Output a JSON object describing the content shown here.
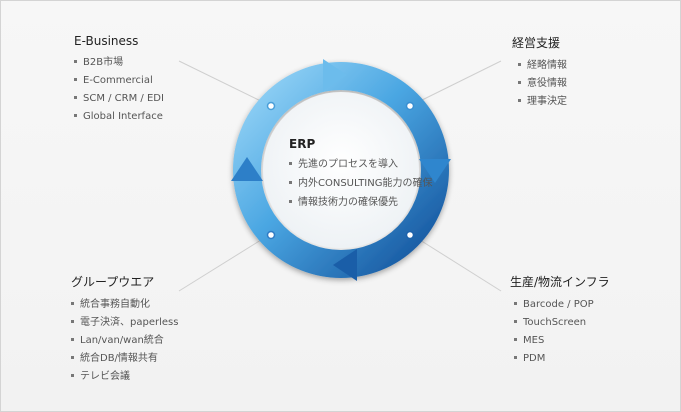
{
  "sections": {
    "ebusiness": {
      "title": "E-Business",
      "items": [
        "B2B市場",
        "E-Commercial",
        "SCM / CRM / EDI",
        "Global Interface"
      ]
    },
    "keiei": {
      "title": "経営支援",
      "items": [
        "経略情報",
        "意役情報",
        "理事決定"
      ]
    },
    "group": {
      "title": "グループウエア",
      "items": [
        "統合事務自動化",
        "電子決済、paperless",
        "Lan/van/wan統合",
        "統合DB/情報共有",
        "テレビ会議"
      ]
    },
    "seisan": {
      "title": "生産/物流インフラ",
      "items": [
        "Barcode / POP",
        "TouchScreen",
        "MES",
        "PDM"
      ]
    },
    "erp": {
      "title": "ERP",
      "items": [
        "先進のプロセスを導入",
        "内外CONSULTING能力の確保",
        "情報技術力の確保優先"
      ]
    }
  },
  "colors": {
    "ring_light": "#8fcdf4",
    "ring_mid": "#3a93d6",
    "ring_dark": "#15579f",
    "connector": "#c9c9c9"
  }
}
